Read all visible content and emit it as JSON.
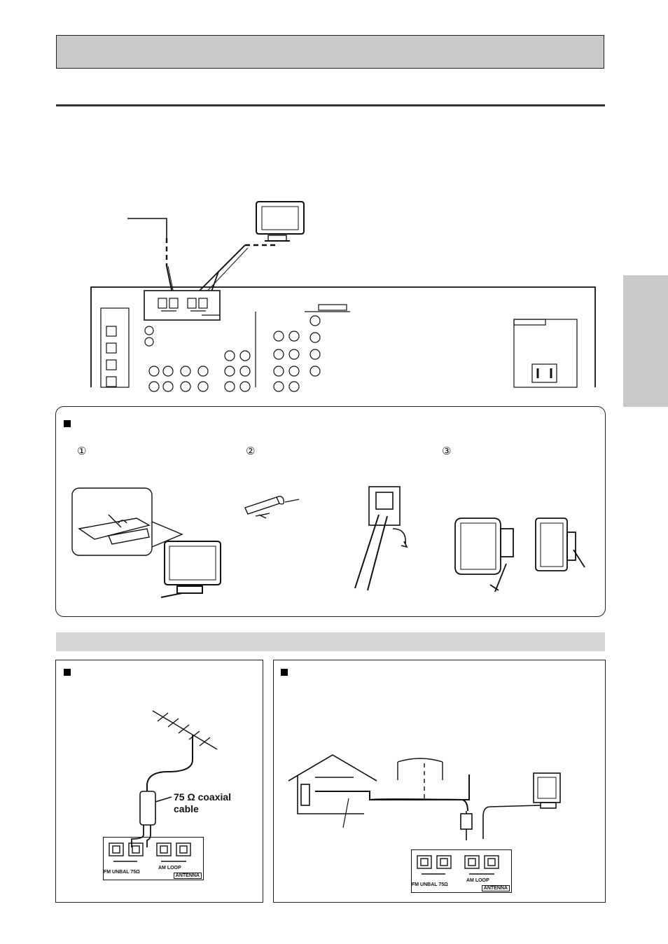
{
  "assembly": {
    "steps": [
      "①",
      "②",
      "③"
    ]
  },
  "outdoor_fm": {
    "cable_label_line1": "75 Ω coaxial",
    "cable_label_line2": "cable",
    "terminal_labels": {
      "fm": "FM UNBAL 75Ω",
      "am": "AM LOOP",
      "antenna": "ANTENNA"
    }
  },
  "outdoor_am": {
    "terminal_labels": {
      "fm": "FM UNBAL 75Ω",
      "am": "AM LOOP",
      "antenna": "ANTENNA"
    }
  },
  "colors": {
    "header_fill": "#c9c9c9",
    "section_fill": "#d6d6d6",
    "line": "#111111"
  }
}
